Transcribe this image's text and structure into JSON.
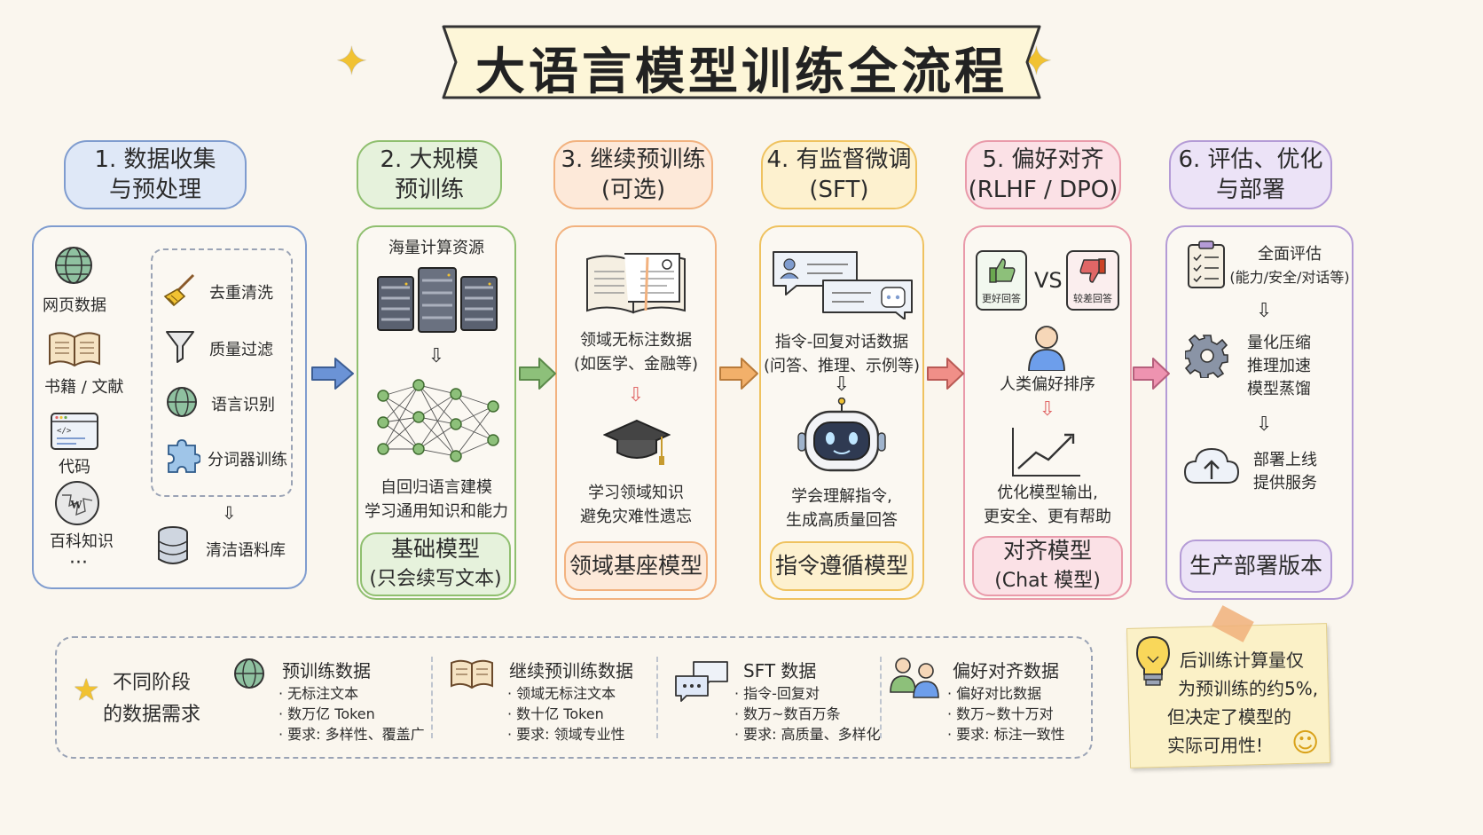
{
  "title": "大语言模型训练全流程",
  "colors": {
    "stage1": "#7f9ccf",
    "stage2": "#8fbf6f",
    "stage3": "#f2b27f",
    "stage4": "#efc25f",
    "stage5": "#e99aaa",
    "stage6": "#b49bd6",
    "fill1": "#dfe8f7",
    "fill2": "#e6f2dc",
    "fill3": "#fde9d9",
    "fill4": "#fdf1cf",
    "fill5": "#fbe1e6",
    "fill6": "#ece3f7",
    "arrow1": "#6b93d6",
    "arrow2": "#8dc07a",
    "arrow3": "#f2b06a",
    "arrow4": "#f08f88",
    "arrow5": "#ee93b0",
    "sparkle": "#f1c232"
  },
  "stages": [
    {
      "header": [
        "1. 数据收集",
        "与预处理"
      ]
    },
    {
      "header": [
        "2. 大规模",
        "预训练"
      ]
    },
    {
      "header": [
        "3. 继续预训练",
        "(可选)"
      ]
    },
    {
      "header": [
        "4. 有监督微调",
        "(SFT)"
      ]
    },
    {
      "header": [
        "5. 偏好对齐",
        "(RLHF / DPO)"
      ]
    },
    {
      "header": [
        "6. 评估、优化",
        "与部署"
      ]
    }
  ],
  "stage1": {
    "sources": [
      {
        "label": "网页数据",
        "icon": "globe-icon"
      },
      {
        "label": "书籍 / 文献",
        "icon": "open-book-icon"
      },
      {
        "label": "代码",
        "icon": "code-window-icon"
      },
      {
        "label": "百科知识",
        "icon": "wikipedia-globe-icon"
      }
    ],
    "more": "···",
    "steps": [
      {
        "label": "去重清洗",
        "icon": "broom-icon"
      },
      {
        "label": "质量过滤",
        "icon": "funnel-icon"
      },
      {
        "label": "语言识别",
        "icon": "globe-icon"
      },
      {
        "label": "分词器训练",
        "icon": "puzzle-icon"
      }
    ],
    "down_arrow": "⇩",
    "result": "清洁语料库"
  },
  "stage2": {
    "compute": "海量计算资源",
    "down_arrow": "⇩",
    "desc": [
      "自回归语言建模",
      "学习通用知识和能力"
    ],
    "output": [
      "基础模型",
      "(只会续写文本)"
    ]
  },
  "stage3": {
    "data": [
      "领域无标注数据",
      "(如医学、金融等)"
    ],
    "down_arrow": "⇩",
    "desc": [
      "学习领域知识",
      "避免灾难性遗忘"
    ],
    "output": [
      "领域基座模型"
    ]
  },
  "stage4": {
    "data": [
      "指令-回复对话数据",
      "(问答、推理、示例等)"
    ],
    "down_arrow": "⇩",
    "desc": [
      "学会理解指令,",
      "生成高质量回答"
    ],
    "output": [
      "指令遵循模型"
    ]
  },
  "stage5": {
    "better": "更好回答",
    "vs": "VS",
    "worse": "较差回答",
    "rank": "人类偏好排序",
    "down_arrow": "⇩",
    "desc": [
      "优化模型输出,",
      "更安全、更有帮助"
    ],
    "output": [
      "对齐模型",
      "(Chat 模型)"
    ]
  },
  "stage6": {
    "eval": [
      "全面评估",
      "(能力/安全/对话等)"
    ],
    "down_arrow1": "⇩",
    "optimize": [
      "量化压缩",
      "推理加速",
      "模型蒸馏"
    ],
    "down_arrow2": "⇩",
    "deploy": [
      "部署上线",
      "提供服务"
    ],
    "output": [
      "生产部署版本"
    ]
  },
  "bottom": {
    "heading": [
      "不同阶段",
      "的数据需求"
    ],
    "columns": [
      {
        "title": "预训练数据",
        "icon": "globe-icon",
        "items": [
          "· 无标注文本",
          "· 数万亿 Token",
          "· 要求: 多样性、覆盖广"
        ]
      },
      {
        "title": "继续预训练数据",
        "icon": "open-book-icon",
        "items": [
          "· 领域无标注文本",
          "· 数十亿 Token",
          "· 要求: 领域专业性"
        ]
      },
      {
        "title": "SFT 数据",
        "icon": "chat-bubbles-icon",
        "items": [
          "· 指令-回复对",
          "· 数万~数百万条",
          "· 要求: 高质量、多样化"
        ]
      },
      {
        "title": "偏好对齐数据",
        "icon": "people-icon",
        "items": [
          "· 偏好对比数据",
          "· 数万~数十万对",
          "· 要求: 标注一致性"
        ]
      }
    ]
  },
  "note": {
    "lines": [
      "后训练计算量仅",
      "为预训练的约5%,",
      "但决定了模型的",
      "实际可用性!"
    ],
    "smile": "☺"
  }
}
